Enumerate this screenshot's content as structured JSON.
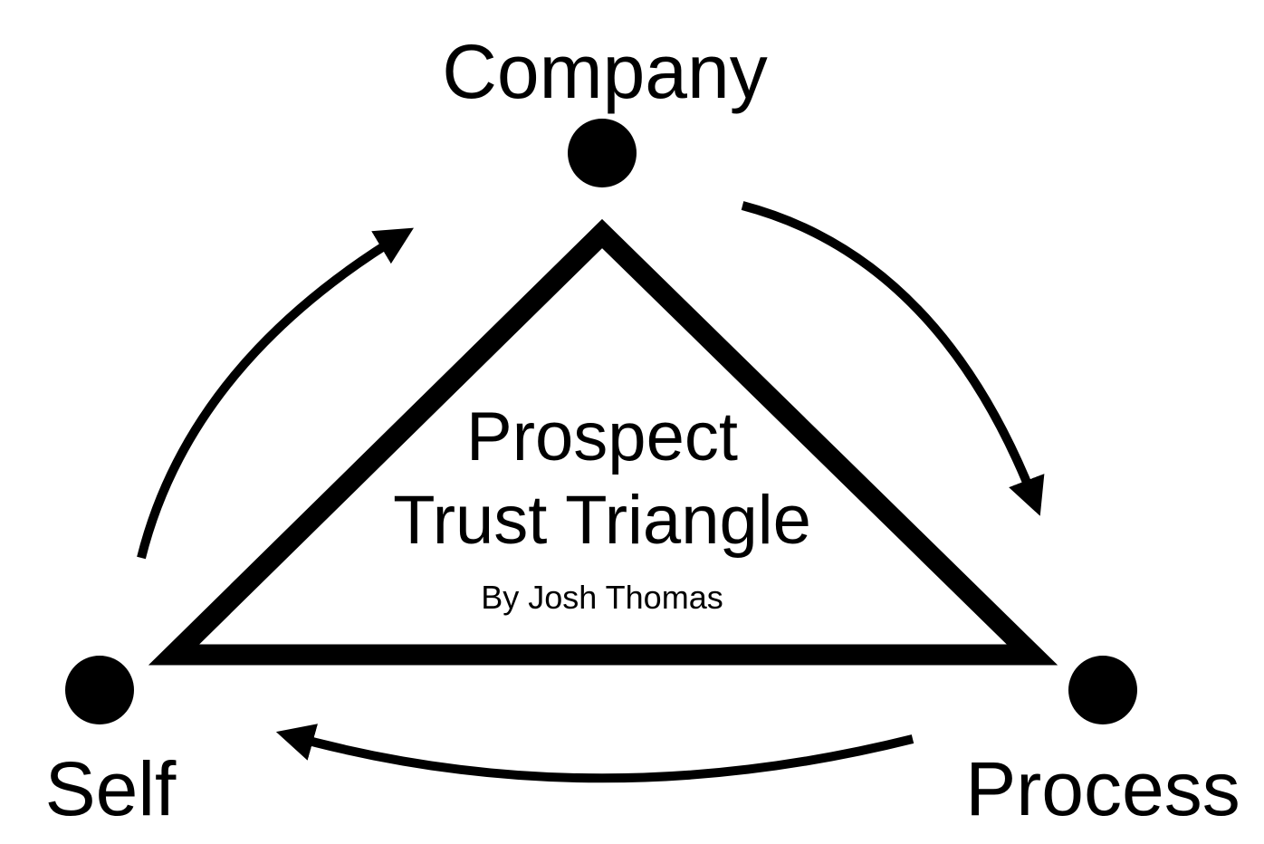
{
  "diagram": {
    "center": {
      "title_line1": "Prospect",
      "title_line2": "Trust Triangle",
      "byline": "By Josh Thomas"
    },
    "nodes": {
      "company": {
        "label": "Company",
        "position": "top"
      },
      "self": {
        "label": "Self",
        "position": "bottom-left"
      },
      "process": {
        "label": "Process",
        "position": "bottom-right"
      }
    },
    "edges": [
      {
        "from": "Self",
        "to": "Company",
        "style": "curved-arrow"
      },
      {
        "from": "Company",
        "to": "Process",
        "style": "curved-arrow"
      },
      {
        "from": "Process",
        "to": "Self",
        "style": "curved-arrow"
      }
    ],
    "colors": {
      "foreground": "#000000",
      "background": "#ffffff"
    }
  }
}
